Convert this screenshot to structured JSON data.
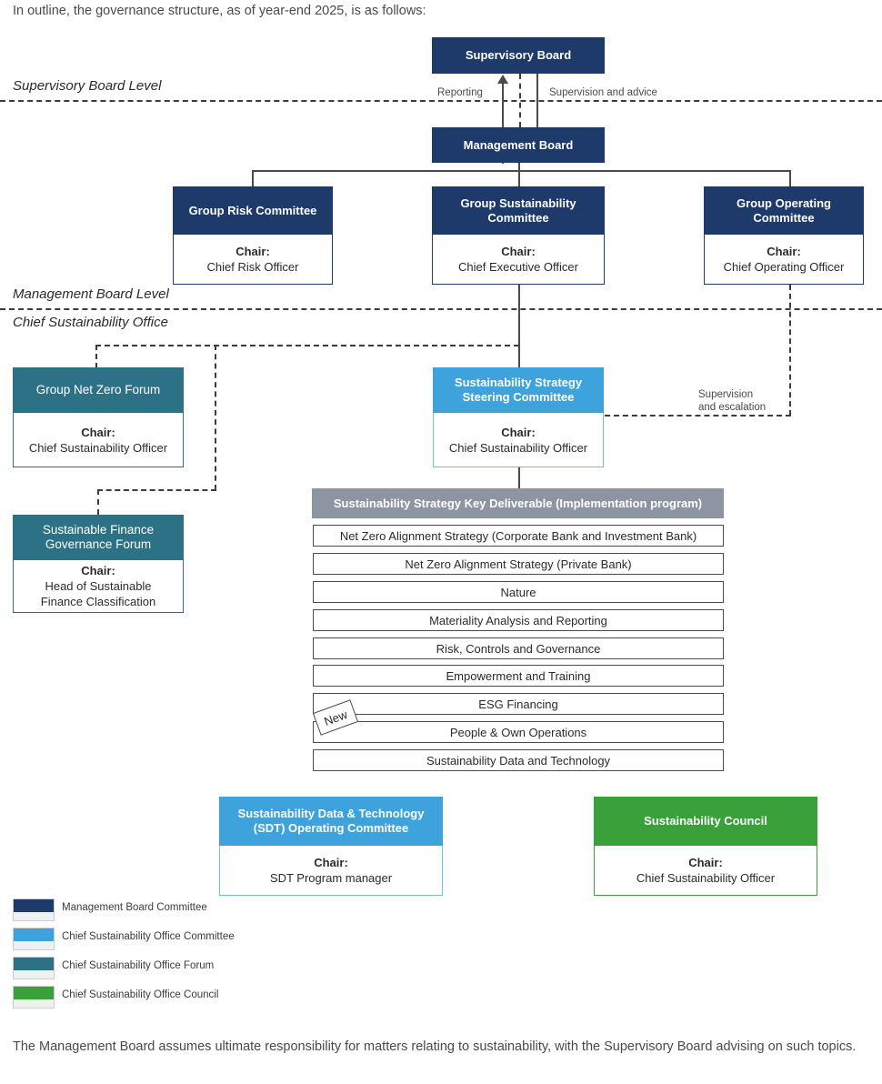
{
  "intro_text": "In outline, the governance structure, as of year-end 2025, is as follows:",
  "footer_text": "The Management Board assumes ultimate responsibility for matters relating to sustainability, with the Supervisory Board advising on such topics.",
  "levels": {
    "supervisory": "Supervisory Board Level",
    "management": "Management Board Level",
    "cso": "Chief Sustainability Office"
  },
  "edge_labels": {
    "reporting": "Reporting",
    "supervision_advice": "Supervision and advice",
    "supervision_escalation_line1": "Supervision",
    "supervision_escalation_line2": "and escalation"
  },
  "chair_label": "Chair:",
  "nodes": {
    "supervisory_board": {
      "title": "Supervisory Board"
    },
    "management_board": {
      "title": "Management Board"
    },
    "group_risk_committee": {
      "title": "Group Risk Committee",
      "chair": "Chief Risk Officer"
    },
    "group_sustainability_committee": {
      "title_line1": "Group Sustainability",
      "title_line2": "Committee",
      "chair": "Chief Executive Officer"
    },
    "group_operating_committee": {
      "title_line1": "Group Operating",
      "title_line2": "Committee",
      "chair": "Chief Operating Officer"
    },
    "group_net_zero_forum": {
      "title": "Group Net Zero Forum",
      "chair": "Chief Sustainability Officer"
    },
    "sustainable_finance_governance_forum": {
      "title_line1": "Sustainable Finance",
      "title_line2": "Governance Forum",
      "chair_line1": "Head of Sustainable",
      "chair_line2": "Finance Classification"
    },
    "sustainability_strategy_steering_committee": {
      "title_line1": "Sustainability Strategy",
      "title_line2": "Steering Committee",
      "chair": "Chief Sustainability Officer"
    },
    "sdt_operating_committee": {
      "title_line1": "Sustainability Data & Technology",
      "title_line2": "(SDT) Operating Committee",
      "chair": "SDT Program manager"
    },
    "sustainability_council": {
      "title": "Sustainability Council",
      "chair": "Chief Sustainability Officer"
    }
  },
  "deliverables": {
    "header": "Sustainability Strategy Key Deliverable (Implementation program)",
    "new_badge": "New",
    "rows": [
      "Net Zero Alignment Strategy (Corporate Bank and Investment Bank)",
      "Net Zero Alignment Strategy (Private Bank)",
      "Nature",
      "Materiality Analysis and Reporting",
      "Risk, Controls and Governance",
      "Empowerment and Training",
      "ESG Financing",
      "People & Own Operations",
      "Sustainability Data and Technology"
    ]
  },
  "legend": [
    {
      "label": "Management Board Committee",
      "color": "#1d3a6b"
    },
    {
      "label": "Chief Sustainability Office Committee",
      "color": "#3ea2dc"
    },
    {
      "label": "Chief Sustainability Office Forum",
      "color": "#2d7186"
    },
    {
      "label": "Chief Sustainability Office Council",
      "color": "#3aa03a"
    }
  ]
}
